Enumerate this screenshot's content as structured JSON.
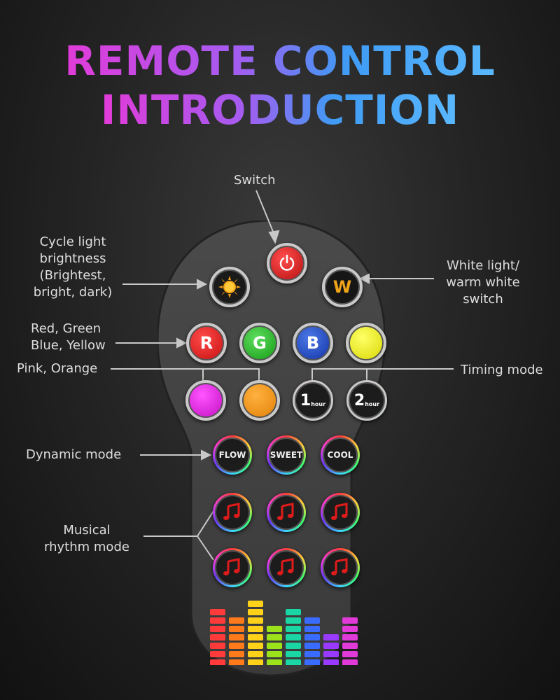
{
  "title": {
    "line1": "REMOTE CONTROL",
    "line2": "INTRODUCTION"
  },
  "labels": {
    "switch": "Switch",
    "cycle": [
      "Cycle light",
      "brightness",
      "(Brightest,",
      "bright, dark)"
    ],
    "white": [
      "White light/",
      "warm white",
      "switch"
    ],
    "rgby": [
      "Red, Green",
      "Blue, Yellow"
    ],
    "pink_orange": "Pink, Orange",
    "timing": "Timing mode",
    "dynamic": "Dynamic mode",
    "musical": [
      "Musical",
      "rhythm mode"
    ]
  },
  "buttons": {
    "power": "power-icon",
    "brightness": "sun-icon",
    "white": "W",
    "red": "R",
    "green": "G",
    "blue": "B",
    "timer1": {
      "num": "1",
      "unit": "hour"
    },
    "timer2": {
      "num": "2",
      "unit": "hour"
    },
    "flow": "FLOW",
    "sweet": "SWEET",
    "cool": "COOL",
    "music_icon": "music-note-icon"
  },
  "colors": {
    "red": "#e01515",
    "green": "#1db81d",
    "blue": "#1544c8",
    "yellow": "#e7e712",
    "pink": "#d814d8",
    "orange": "#f2920f"
  }
}
